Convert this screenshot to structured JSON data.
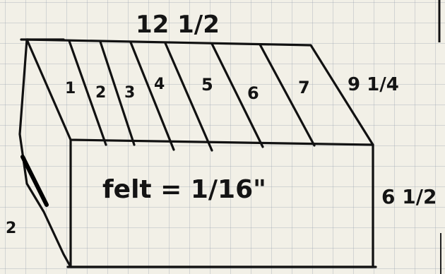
{
  "dimensions": {
    "top_width": "12 1/2",
    "slope_length": "9 1/4",
    "front_height": "6 1/2",
    "side_mark": "2"
  },
  "panels": [
    "1",
    "2",
    "3",
    "4",
    "5",
    "6",
    "7"
  ],
  "note": "felt = 1/16\""
}
